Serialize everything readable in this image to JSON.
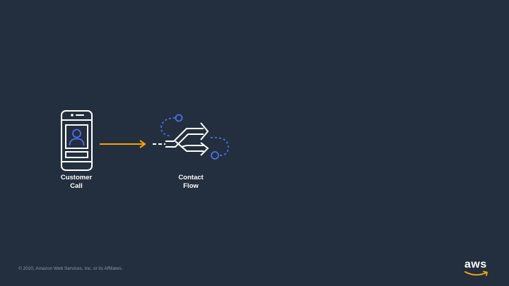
{
  "diagram": {
    "nodes": [
      {
        "id": "customer-call",
        "label_lines": [
          "Customer",
          "Call"
        ]
      },
      {
        "id": "contact-flow",
        "label_lines": [
          "Contact",
          "Flow"
        ]
      }
    ],
    "edges": [
      {
        "from": "customer-call",
        "to": "contact-flow",
        "color": "#f7a30b"
      }
    ]
  },
  "colors": {
    "background": "#232f3e",
    "icon_stroke": "#ffffff",
    "accent_blue": "#4d6ee8",
    "arrow_orange": "#f7a30b"
  },
  "icons": {
    "customer_call": "mobile-phone-user-icon",
    "contact_flow": "merge-split-arrows-icon"
  },
  "footer": {
    "copyright": "© 2020, Amazon Web Services, Inc. or its Affiliates.",
    "logo_text": "aws"
  }
}
